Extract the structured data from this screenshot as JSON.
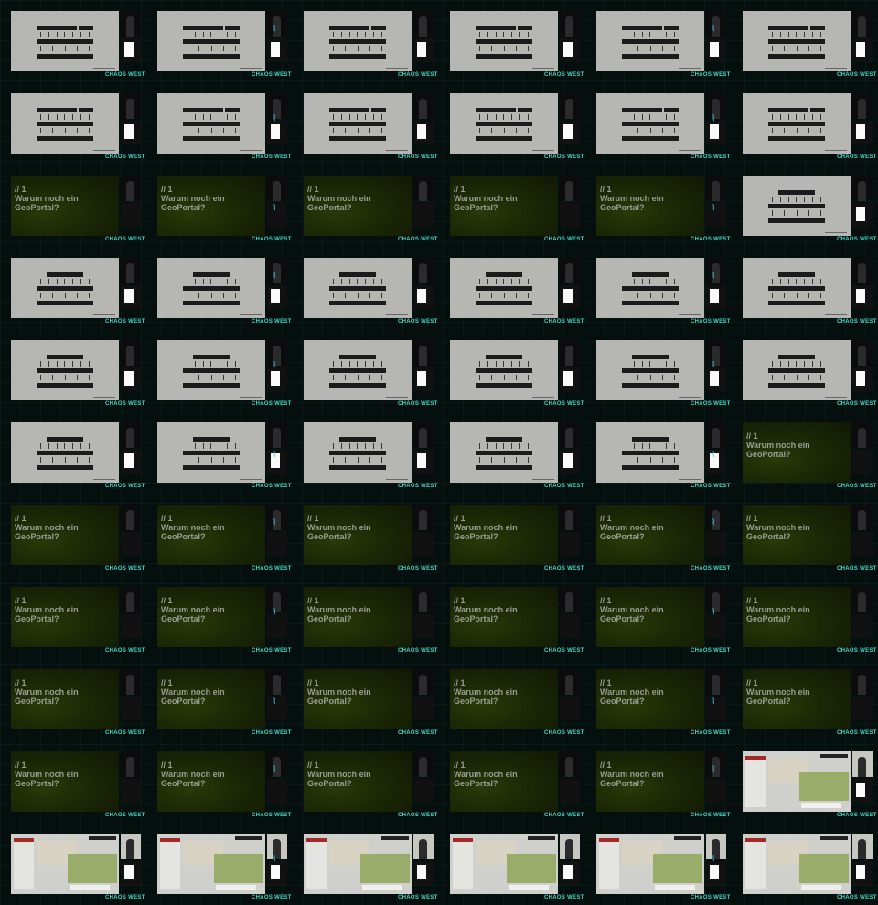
{
  "brand": "CHAOS WEST",
  "colors": {
    "background": "#05100e",
    "brand_teal": "#3fd8c4",
    "gray_slide": "#b6b6b3",
    "green_slide": "#1c2806",
    "cyan_overlay": "#36c9e0"
  },
  "green_slide_text": {
    "number": "// 1",
    "question": "Warum noch ein GeoPortal?"
  },
  "grid": {
    "columns": 6,
    "rows": 11
  },
  "rows": [
    [
      "gray",
      "gray",
      "gray",
      "gray",
      "gray",
      "gray"
    ],
    [
      "gray",
      "gray",
      "gray",
      "gray",
      "gray",
      "gray"
    ],
    [
      "green",
      "green",
      "green",
      "green",
      "green",
      "gray"
    ],
    [
      "gray",
      "gray",
      "gray",
      "gray",
      "gray",
      "gray"
    ],
    [
      "gray",
      "gray",
      "gray",
      "gray",
      "gray",
      "gray"
    ],
    [
      "gray",
      "gray",
      "gray",
      "gray",
      "gray",
      "green"
    ],
    [
      "green",
      "green",
      "green",
      "green",
      "green",
      "green"
    ],
    [
      "green",
      "green",
      "green",
      "green",
      "green",
      "green"
    ],
    [
      "green",
      "green",
      "green",
      "green",
      "green",
      "green"
    ],
    [
      "green",
      "green",
      "green",
      "green",
      "green",
      "map"
    ],
    [
      "map",
      "map",
      "map",
      "map",
      "map",
      "map"
    ]
  ],
  "overlay_glyph_icon": "cyan-doodle-icon"
}
